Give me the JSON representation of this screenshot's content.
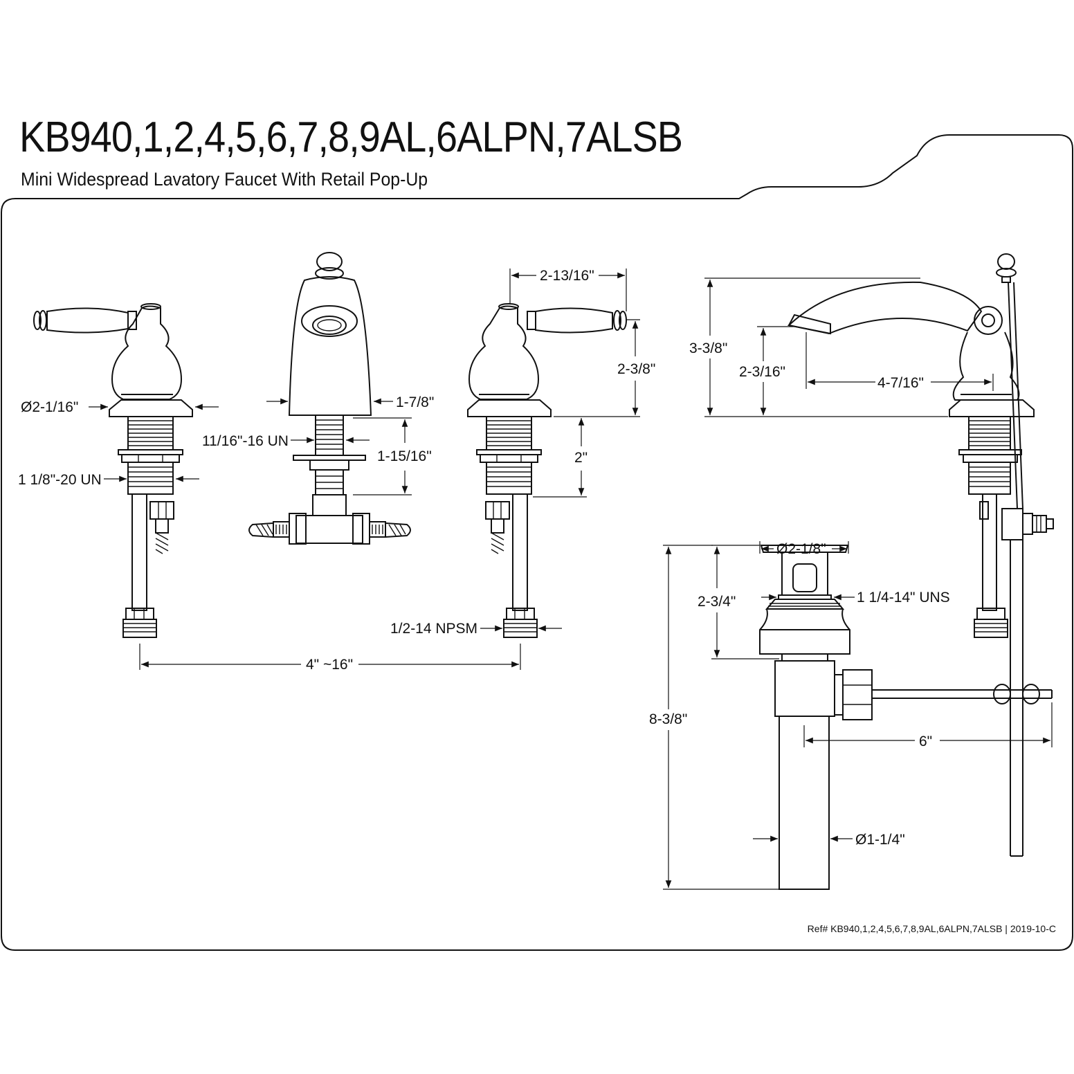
{
  "header": {
    "title": "KB940,1,2,4,5,6,7,8,9AL,6ALPN,7ALSB",
    "subtitle": "Mini Widespread Lavatory Faucet With Retail Pop-Up"
  },
  "dimensions": {
    "handle_base_diameter": "Ø2-1/16\"",
    "handle_thread": "1 1/8\"-20 UN",
    "spout_thread": "11/16\"-16 UN",
    "spout_base_width": "1-7/8\"",
    "spout_shank_length": "1-15/16\"",
    "handle_width": "2-13/16\"",
    "handle_height": "2-3/8\"",
    "shank_length": "2\"",
    "supply_connection": "1/2-14 NPSM",
    "spread": "4\" ~16\"",
    "overall_height": "3-3/8\"",
    "spout_clearance": "2-3/16\"",
    "spout_reach": "4-7/16\"",
    "drain_flange_diameter": "Ø2-1/8\"",
    "drain_thread": "1 1/4-14\" UNS",
    "drain_flange_height": "2-3/4\"",
    "drain_total_length": "8-3/8\"",
    "pivot_rod_length": "6\"",
    "tailpiece_diameter": "Ø1-1/4\""
  },
  "footer": {
    "reference": "Ref# KB940,1,2,4,5,6,7,8,9AL,6ALPN,7ALSB | 2019-10-C"
  }
}
